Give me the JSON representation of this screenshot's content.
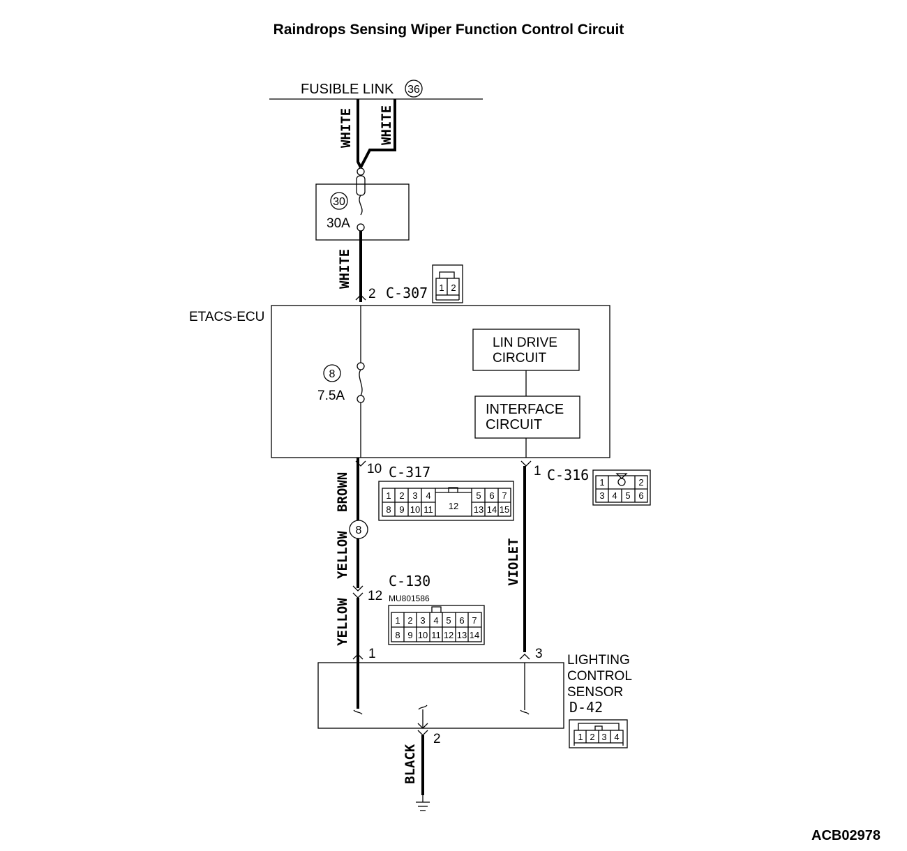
{
  "title": "Raindrops Sensing Wiper Function Control Circuit",
  "image_code": "ACB02978",
  "fusible_link": {
    "label": "FUSIBLE LINK",
    "number": "36"
  },
  "fuse_30": {
    "number": "30",
    "rating": "30A"
  },
  "fuse_8": {
    "number": "8",
    "rating": "7.5A"
  },
  "ecu": {
    "label": "ETACS-ECU",
    "lin_drive": [
      "LIN DRIVE",
      "CIRCUIT"
    ],
    "interface": [
      "INTERFACE",
      "CIRCUIT"
    ]
  },
  "sensor": {
    "label": [
      "LIGHTING",
      "CONTROL",
      "SENSOR"
    ],
    "connector": "D-42"
  },
  "wires": {
    "white": "WHITE",
    "brown": "BROWN",
    "yellow": "YELLOW",
    "violet": "VIOLET",
    "black": "BLACK"
  },
  "junction": "8",
  "connectors": {
    "c307": {
      "name": "C-307",
      "pin": "2",
      "cells": [
        "1",
        "2"
      ]
    },
    "c317": {
      "name": "C-317",
      "pin": "10",
      "top": [
        "1",
        "2",
        "3",
        "4",
        "5",
        "6",
        "7"
      ],
      "bottom": [
        "8",
        "9",
        "10",
        "11",
        "13",
        "14",
        "15"
      ],
      "center": "12"
    },
    "c316": {
      "name": "C-316",
      "pin": "1",
      "top": [
        "1",
        "2"
      ],
      "bottom": [
        "3",
        "4",
        "5",
        "6"
      ]
    },
    "c130": {
      "name": "C-130",
      "part": "MU801586",
      "pin": "12",
      "top": [
        "1",
        "2",
        "3",
        "4",
        "5",
        "6",
        "7"
      ],
      "bottom": [
        "8",
        "9",
        "10",
        "11",
        "12",
        "13",
        "14"
      ]
    },
    "d42": {
      "cells": [
        "1",
        "2",
        "3",
        "4"
      ]
    }
  },
  "sensor_pins": {
    "yellow": "1",
    "violet": "3",
    "black": "2"
  }
}
